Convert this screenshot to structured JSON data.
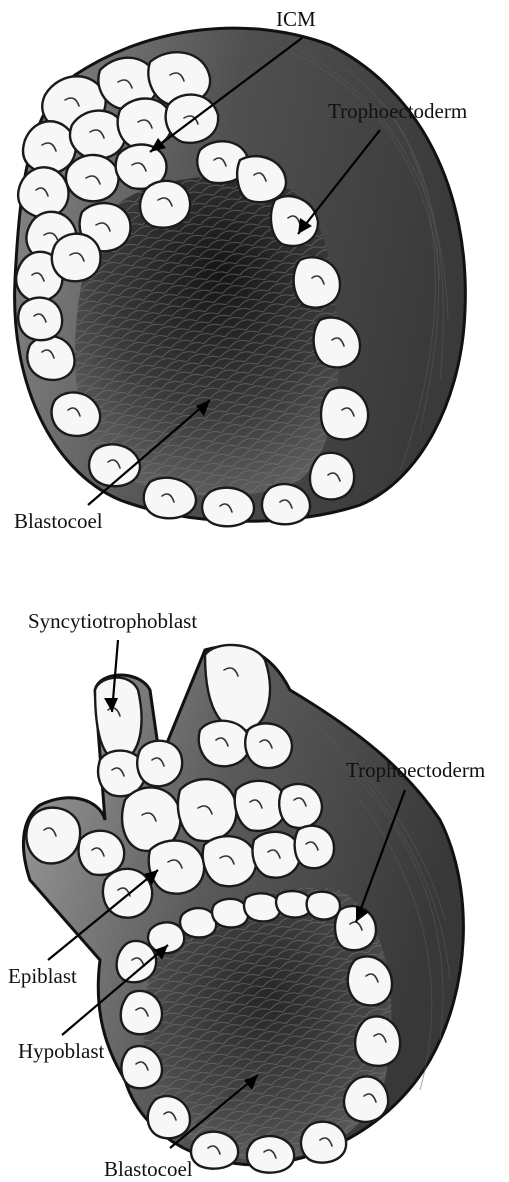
{
  "top_diagram": {
    "labels": {
      "icm": "ICM",
      "trophoectoderm": "Trophoectoderm",
      "blastocoel": "Blastocoel"
    }
  },
  "bottom_diagram": {
    "labels": {
      "syncytiotrophoblast": "Syncytiotrophoblast",
      "trophoectoderm": "Trophoectoderm",
      "epiblast": "Epiblast",
      "hypoblast": "Hypoblast",
      "blastocoel": "Blastocoel"
    }
  },
  "colors": {
    "outer_shell": "#4a4a4a",
    "cavity": "#2e2e2e",
    "cell_fill": "#f7f7f7",
    "outline": "#111111"
  }
}
